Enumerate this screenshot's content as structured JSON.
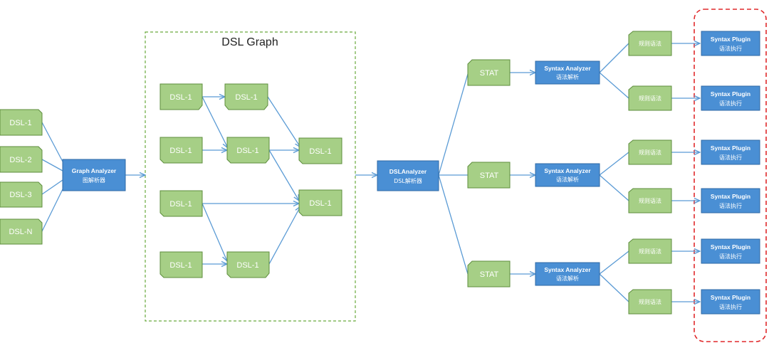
{
  "colors": {
    "green_node": "#a6cf86",
    "blue_node": "#4a8fd4",
    "edge": "#5b9bd5",
    "graph_frame": "#6aab3e",
    "plugin_frame": "#e0292b"
  },
  "inputs": [
    "DSL-1",
    "DSL-2",
    "DSL-3",
    "DSL-N"
  ],
  "graph_analyzer": {
    "title": "Graph Analyzer",
    "subtitle": "图解析器"
  },
  "dsl_graph": {
    "title": "DSL Graph",
    "nodes": [
      "DSL-1",
      "DSL-1",
      "DSL-1",
      "DSL-1",
      "DSL-1",
      "DSL-1",
      "DSL-1",
      "DSL-1"
    ]
  },
  "dsl_analyzer": {
    "title": "DSLAnalyzer",
    "subtitle": "DSL解析器"
  },
  "branches": [
    {
      "stat": "STAT",
      "syntax": {
        "title": "Syntax Analyzer",
        "subtitle": "语法解析"
      },
      "rules": [
        "规则语法",
        "规则语法"
      ],
      "plugins": [
        {
          "title": "Syntax Plugin",
          "subtitle": "语法执行"
        },
        {
          "title": "Syntax Plugin",
          "subtitle": "语法执行"
        }
      ]
    },
    {
      "stat": "STAT",
      "syntax": {
        "title": "Syntax Analyzer",
        "subtitle": "语法解析"
      },
      "rules": [
        "规则语法",
        "规则语法"
      ],
      "plugins": [
        {
          "title": "Syntax Plugin",
          "subtitle": "语法执行"
        },
        {
          "title": "Syntax Plugin",
          "subtitle": "语法执行"
        }
      ]
    },
    {
      "stat": "STAT",
      "syntax": {
        "title": "Syntax Analyzer",
        "subtitle": "语法解析"
      },
      "rules": [
        "规则语法",
        "规则语法"
      ],
      "plugins": [
        {
          "title": "Syntax Plugin",
          "subtitle": "语法执行"
        },
        {
          "title": "Syntax Plugin",
          "subtitle": "语法执行"
        }
      ]
    }
  ]
}
